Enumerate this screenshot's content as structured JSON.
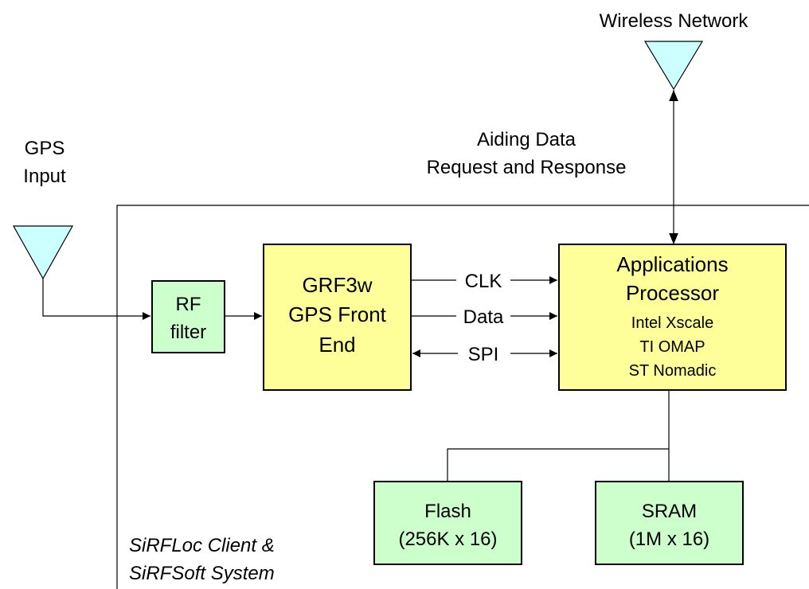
{
  "labels": {
    "wireless_network": "Wireless Network",
    "aiding_data_line1": "Aiding Data",
    "aiding_data_line2": "Request and Response",
    "gps_input_line1": "GPS",
    "gps_input_line2": "Input",
    "system_line1": "SiRFLoc Client &",
    "system_line2": "SiRFSoft System"
  },
  "blocks": {
    "rf_filter": [
      "RF",
      "filter"
    ],
    "front_end": [
      "GRF3w",
      "GPS Front",
      "End"
    ],
    "app_processor_title": [
      "Applications",
      "Processor"
    ],
    "app_processor_options": [
      "Intel Xscale",
      "TI OMAP",
      "ST Nomadic"
    ],
    "flash": [
      "Flash",
      "(256K x 16)"
    ],
    "sram": [
      "SRAM",
      "(1M x 16)"
    ]
  },
  "signals": {
    "clk": "CLK",
    "data": "Data",
    "spi": "SPI"
  },
  "colors": {
    "processing_block": "#ffff99",
    "memory_filter_block": "#ccffcc",
    "antenna": "#ccffff"
  }
}
